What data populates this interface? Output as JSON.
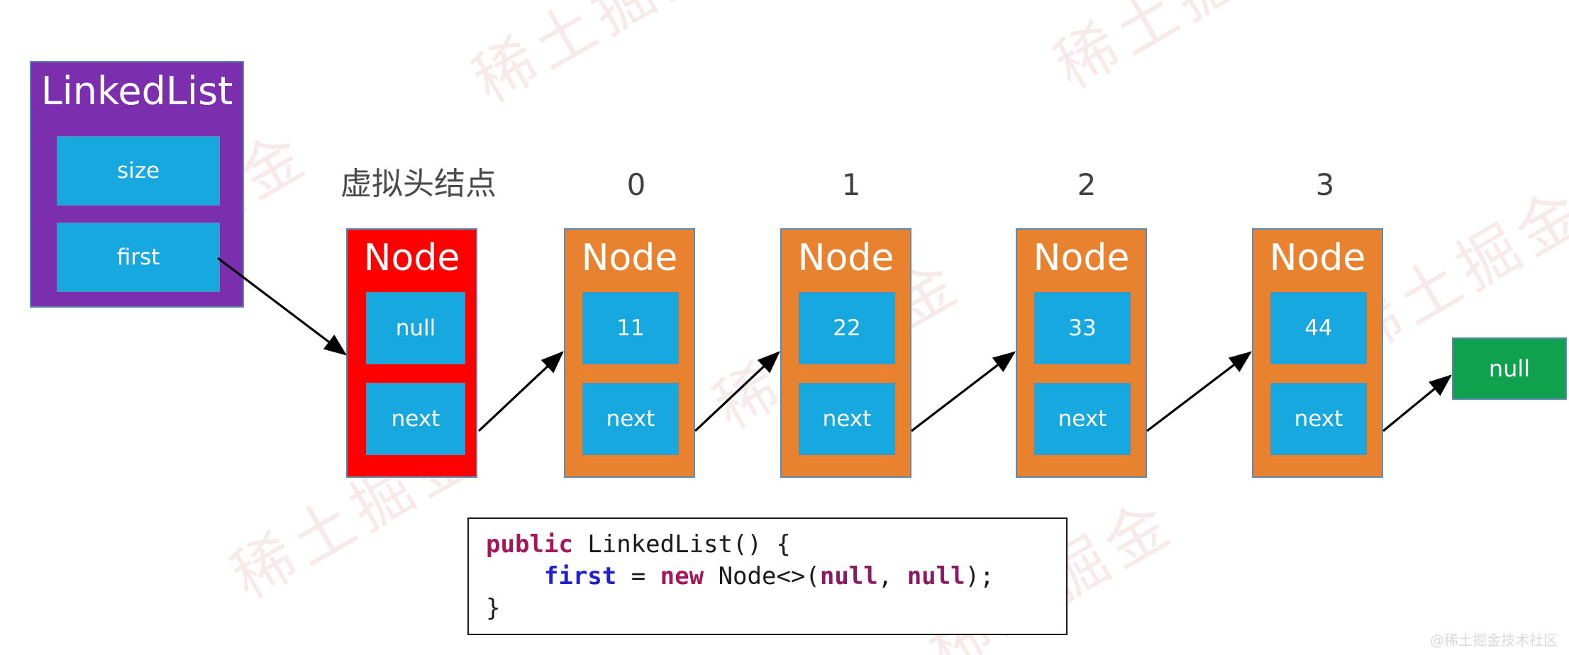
{
  "background_watermark_text": "稀土掘金",
  "corner_watermark": "@稀土掘金技术社区",
  "colors": {
    "linkedlist_purple": "#7B2FAE",
    "head_node_red": "#FF0000",
    "node_orange": "#E8822E",
    "cell_cyan": "#18A8E0",
    "null_green": "#0FA14E",
    "border_blue_gray": "#5f8ab0",
    "label_gray": "#404040"
  },
  "linked_list": {
    "title": "LinkedList",
    "fields": [
      {
        "label": "size"
      },
      {
        "label": "first"
      }
    ]
  },
  "head_node": {
    "label": "虚拟头结点",
    "title": "Node",
    "value": "null",
    "next": "next"
  },
  "nodes": [
    {
      "index": "0",
      "title": "Node",
      "value": "11",
      "next": "next"
    },
    {
      "index": "1",
      "title": "Node",
      "value": "22",
      "next": "next"
    },
    {
      "index": "2",
      "title": "Node",
      "value": "33",
      "next": "next"
    },
    {
      "index": "3",
      "title": "Node",
      "value": "44",
      "next": "next"
    }
  ],
  "terminal": {
    "label": "null"
  },
  "code": {
    "line1_kw": "public",
    "line1_name": " LinkedList() {",
    "line2_indent": "    ",
    "line2_var": "first",
    "line2_eq": " = ",
    "line2_new": "new",
    "line2_type": " Node<>(",
    "line2_null1": "null",
    "line2_comma": ", ",
    "line2_null2": "null",
    "line2_end": ");",
    "line3": "}"
  }
}
